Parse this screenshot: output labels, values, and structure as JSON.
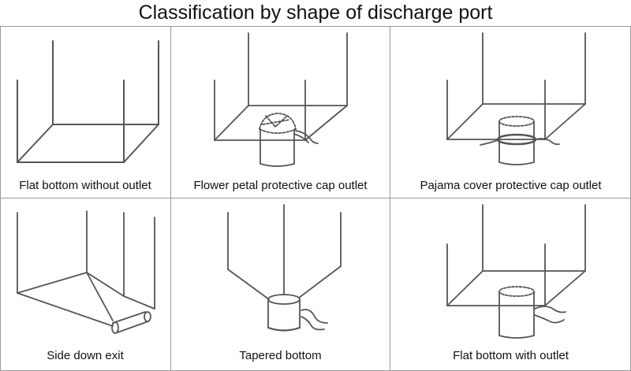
{
  "title": "Classification by shape of discharge port",
  "cells": [
    {
      "label": "Flat bottom without outlet"
    },
    {
      "label": "Flower petal protective cap outlet"
    },
    {
      "label": "Pajama cover protective cap outlet"
    },
    {
      "label": "Side down exit"
    },
    {
      "label": "Tapered bottom"
    },
    {
      "label": "Flat bottom with outlet"
    }
  ]
}
